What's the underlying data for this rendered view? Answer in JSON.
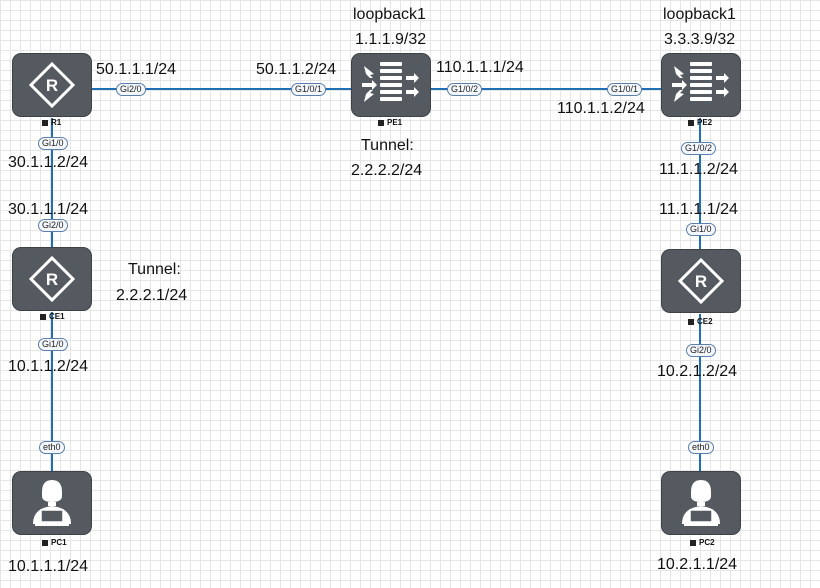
{
  "devices": {
    "R1": "R1",
    "CE1": "CE1",
    "PC1": "PC1",
    "PE1": "PE1",
    "PE2": "PE2",
    "CE2": "CE2",
    "PC2": "PC2"
  },
  "ports": {
    "r1_gi20": "Gi2/0",
    "r1_gi10": "Gi1/0",
    "pe1_g101": "G1/0/1",
    "pe1_g102": "G1/0/2",
    "pe2_g101": "G1/0/1",
    "pe2_g102": "G1/0/2",
    "ce1_gi20": "Gi2/0",
    "ce1_gi10": "Gi1/0",
    "ce2_gi10": "Gi1/0",
    "ce2_gi20": "Gi2/0",
    "pc1_eth0": "eth0",
    "pc2_eth0": "eth0"
  },
  "labels": {
    "r1_g20_ip": "50.1.1.1/24",
    "pe1_g101_ip": "50.1.1.2/24",
    "pe1_g102_ip": "110.1.1.1/24",
    "pe2_g101_ip": "110.1.1.2/24",
    "pe1_loopback": "loopback1",
    "pe1_loopback_ip": "1.1.1.9/32",
    "pe2_loopback": "loopback1",
    "pe2_loopback_ip": "3.3.3.9/32",
    "pe1_tunnel": "Tunnel:",
    "pe1_tunnel_ip": "2.2.2.2/24",
    "ce1_tunnel": "Tunnel:",
    "ce1_tunnel_ip": "2.2.2.1/24",
    "r1_g10_ip": "30.1.1.2/24",
    "ce1_g20_ip": "30.1.1.1/24",
    "ce1_g10_ip": "10.1.1.2/24",
    "pc1_ip": "10.1.1.1/24",
    "pe2_g102_ip": "11.1.1.2/24",
    "ce2_g10_ip": "11.1.1.1/24",
    "ce2_g20_ip": "10.2.1.2/24",
    "pc2_ip": "10.2.1.1/24"
  },
  "colors": {
    "link": "#1f6fb4",
    "device": "#555a60",
    "port_border": "#5a7fae"
  }
}
